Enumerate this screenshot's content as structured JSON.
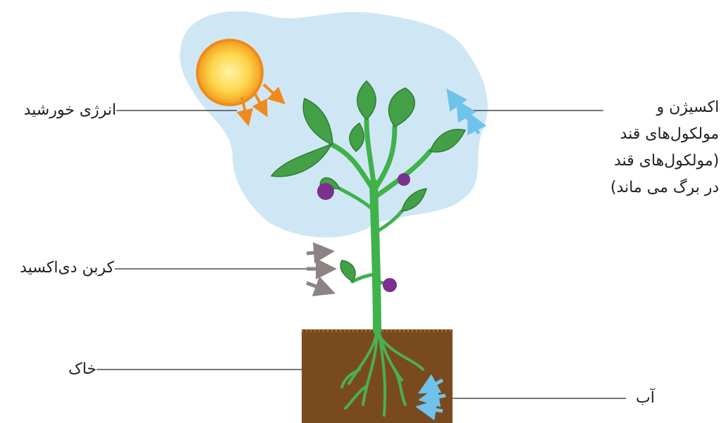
{
  "labels": {
    "sun": "انرژی خورشید",
    "co2": "کربن دی‌اکسید",
    "soil": "خاک",
    "water": "آب",
    "oxygen": [
      "اکسیژن و",
      "مولکول‌های قند",
      "(مولکول‌های قند",
      "در برگ می ماند)"
    ]
  },
  "colors": {
    "cloud": "#cfe7f5",
    "sun": "#f7a823",
    "sun_arrow": "#f08a1d",
    "oxygen_arrow": "#6fc3ea",
    "water_arrow": "#6fc3ea",
    "co2_arrow": "#8b8483",
    "leaf": "#43a047",
    "stem": "#3fb24a",
    "flower": "#7b2f8e",
    "soil": "#7a4a1f",
    "leader_line": "#231f20"
  }
}
